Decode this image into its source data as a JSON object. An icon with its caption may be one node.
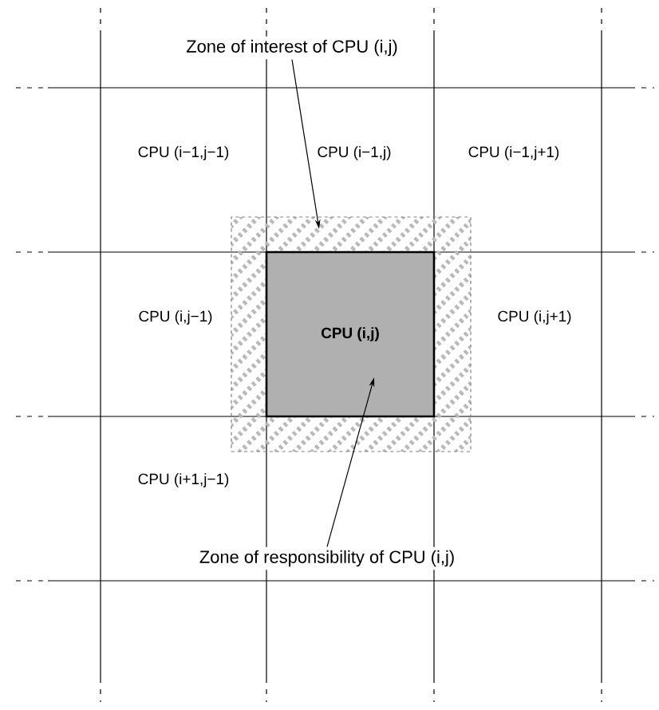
{
  "diagram": {
    "nodes": [
      {
        "text": [
          "Zone of interest of CPU (i,j)"
        ]
      },
      {
        "text": [],
        "shape": "box"
      },
      {
        "text": [
          "CPU (i,j)"
        ],
        "in": 1
      },
      {
        "text": [
          "Zone of responsibility of CPU (i,j)"
        ]
      }
    ],
    "edges": [
      {
        "from": 0,
        "to": 1,
        "arrow": "to"
      },
      {
        "from": 3,
        "to": 2,
        "arrow": "to"
      }
    ],
    "labels": [
      "CPU (i−1,j−1)",
      "CPU (i−1,j)",
      "CPU (i−1,j+1)",
      "CPU (i,j−1)",
      "CPU (i,j+1)",
      "CPU (i+1,j−1)"
    ]
  }
}
